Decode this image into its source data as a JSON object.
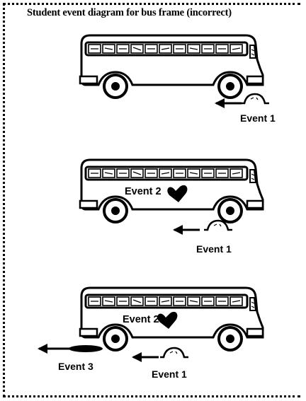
{
  "title": "Student event diagram for bus frame  (incorrect)",
  "panels": [
    {
      "events": [
        {
          "label": "Event 1"
        }
      ]
    },
    {
      "events": [
        {
          "label": "Event 2"
        },
        {
          "label": "Event 1"
        }
      ]
    },
    {
      "events": [
        {
          "label": "Event 2"
        },
        {
          "label": "Event 3"
        },
        {
          "label": "Event 1"
        }
      ]
    }
  ]
}
